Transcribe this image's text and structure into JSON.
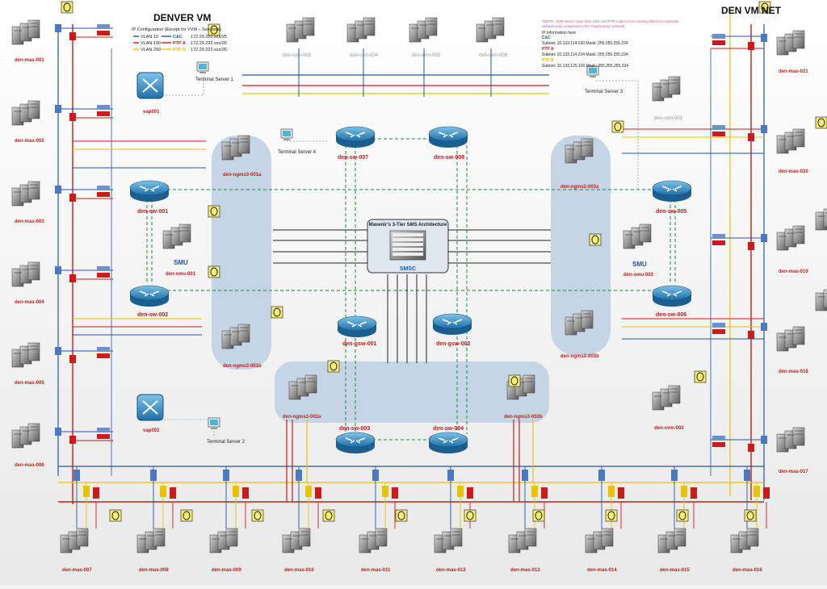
{
  "title_left": "DENVER VM",
  "title_right": "DEN VM NET",
  "ip_config": {
    "heading": "IP Configuration (Except for VVM – See note)",
    "rows": [
      {
        "vlan": "VLAN 10",
        "name": "C&C",
        "subnet": "172.29.222.xxx/25",
        "color": "#2255aa"
      },
      {
        "vlan": "VLAN 100",
        "name": "PTP A",
        "subnet": "172.29.222.xxx/26",
        "color": "#cc1b1b"
      },
      {
        "vlan": "VLAN 200",
        "name": "PTP B",
        "subnet": "172.29.222.xxx/26",
        "color": "#e8c400"
      }
    ]
  },
  "note": {
    "line1": "*NOTE: VVM server have their C&C and PTP copies from existing direct to corporate",
    "line2": "network and connected to the 'engineering' network.",
    "heading": "IP information here",
    "cc": "C&C",
    "cc_subnet": "Subnet: 10.133.114.193   Mask: 255.255.255.224",
    "ptpa": "PTP A",
    "ptpa_subnet": "Subnet: 10.133.114.224   Mask: 255.255.255.224",
    "ptpb": "PTP B",
    "ptpb_subnet": "Subnet: 10.133.125.160   Mask: 255.255.255.224"
  },
  "center": {
    "title": "Mavenir's 3-Tier SMS Architecture",
    "smsc": "SMSC"
  },
  "vvm": [
    "den-vvm-003",
    "den-vvm-004",
    "den-vvm-005",
    "den-vvm-006"
  ],
  "vvm_right": [
    "den-vvm-001",
    "den-vvm-002"
  ],
  "switches": {
    "sw007": "den-sw-007",
    "sw008": "den-sw-008",
    "sw001": "den-sw-001",
    "sw002": "den-sw-002",
    "sw005": "den-sw-005",
    "sw006": "den-sw-006",
    "gsw001": "den-gsw-001",
    "gsw002": "den-gsw-002",
    "sw003": "den-sw-003",
    "sw004": "den-sw-004"
  },
  "ngms": {
    "a1": "den-ngms3-001a",
    "b1": "den-ngms3-001b",
    "a2": "den-ngms2-003a",
    "b2": "den-ngms2-003b",
    "a3": "den-ngms3-002a",
    "b3": "den-ngms3-002b"
  },
  "smu": {
    "label": "SMU",
    "left": "den-smu-001",
    "right": "den-smu-002"
  },
  "vap": {
    "v1": "vap001",
    "v2": "vap002"
  },
  "terminals": {
    "t1": "Terminal Server 1",
    "t2": "Terminal Server 2",
    "t3": "Terminal Server 3",
    "t4": "Terminal Server 4"
  },
  "mas_left": [
    "den-mas-001",
    "den-mas-002",
    "den-mas-003",
    "den-mas-004",
    "den-mas-005",
    "den-mas-006"
  ],
  "mas_right": [
    "den-mas-021",
    "den-mas-020",
    "den-mas-019",
    "den-mas-018",
    "den-mas-017"
  ],
  "mas_bottom": [
    "den-mas-007",
    "den-mas-008",
    "den-mas-009",
    "den-mas-010",
    "den-mas-011",
    "den-mas-012",
    "den-mas-013",
    "den-mas-014",
    "den-mas-015",
    "den-mas-016"
  ],
  "colors": {
    "red": "#cc1b1b",
    "blue": "#2255aa",
    "yellow": "#e8c400",
    "green": "#1a8a3a",
    "lightblue": "#c5d5e6"
  }
}
